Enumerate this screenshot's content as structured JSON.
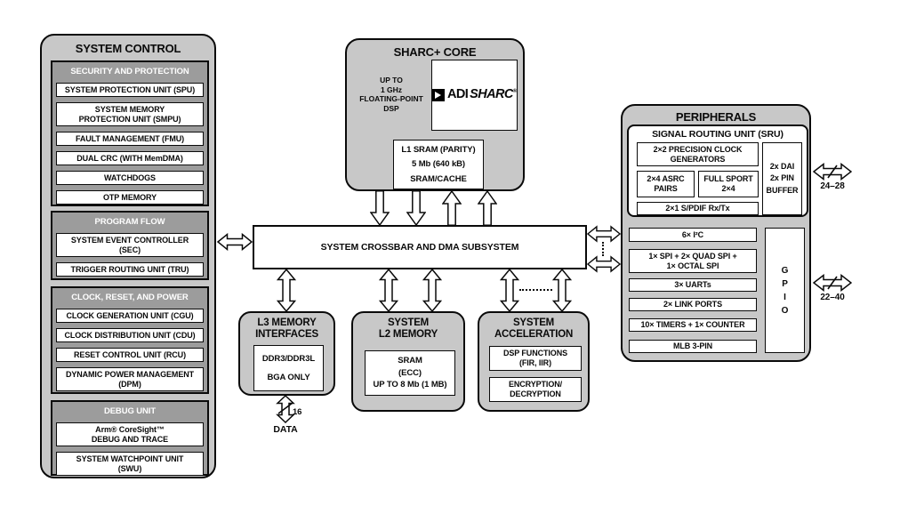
{
  "colors": {
    "container_gray": "#c8c8c8",
    "section_gray": "#9c9c9c",
    "box_white": "#ffffff",
    "line_black": "#0a0a0a"
  },
  "system_control": {
    "title": "SYSTEM CONTROL",
    "sections": [
      {
        "header": "SECURITY AND PROTECTION",
        "items": [
          "SYSTEM PROTECTION UNIT (SPU)",
          "SYSTEM MEMORY\nPROTECTION UNIT (SMPU)",
          "FAULT MANAGEMENT (FMU)",
          "DUAL CRC (WITH MemDMA)",
          "WATCHDOGS",
          "OTP MEMORY"
        ]
      },
      {
        "header": "PROGRAM FLOW",
        "items": [
          "SYSTEM EVENT CONTROLLER\n(SEC)",
          "TRIGGER ROUTING UNIT (TRU)"
        ]
      },
      {
        "header": "CLOCK, RESET, AND POWER",
        "items": [
          "CLOCK GENERATION UNIT (CGU)",
          "CLOCK DISTRIBUTION UNIT (CDU)",
          "RESET CONTROL UNIT (RCU)",
          "DYNAMIC POWER MANAGEMENT\n(DPM)"
        ]
      },
      {
        "header": "DEBUG UNIT",
        "items": [
          "Arm® CoreSight™\nDEBUG AND TRACE",
          "SYSTEM WATCHPOINT UNIT\n(SWU)"
        ]
      }
    ]
  },
  "sharc_core": {
    "title": "SHARC+ CORE",
    "dsp_note": "UP TO\n1 GHz\nFLOATING-POINT\nDSP",
    "logo": {
      "brand": "ADI",
      "product": "SHARC",
      "mark": "®"
    },
    "l1_lines": [
      "L1 SRAM (PARITY)",
      "5 Mb (640 kB)",
      "SRAM/CACHE"
    ]
  },
  "crossbar": {
    "label": "SYSTEM CROSSBAR AND DMA SUBSYSTEM"
  },
  "l3_memory": {
    "title": "L3 MEMORY\nINTERFACES",
    "items": [
      "DDR3/DDR3L",
      "BGA ONLY"
    ],
    "bus_width": "16",
    "bus_label": "DATA"
  },
  "l2_memory": {
    "title": "SYSTEM\nL2 MEMORY",
    "item": "SRAM\n(ECC)\nUP TO 8 Mb (1 MB)"
  },
  "acceleration": {
    "title": "SYSTEM\nACCELERATION",
    "items": [
      "DSP FUNCTIONS\n(FIR, IIR)",
      "ENCRYPTION/\nDECRYPTION"
    ]
  },
  "peripherals": {
    "title": "PERIPHERALS",
    "sru": {
      "header": "SIGNAL ROUTING UNIT (SRU)",
      "clock_gen": "2×2 PRECISION CLOCK\nGENERATORS",
      "asrc": "2×4 ASRC\nPAIRS",
      "sport": "FULL SPORT\n2×4",
      "spdif": "2×1 S/PDIF Rx/Tx",
      "dai": "2x DAI\n2x PIN\nBUFFER"
    },
    "io_items": [
      "6× I²C",
      "1× SPI + 2× QUAD SPI +\n1× OCTAL SPI",
      "3× UARTs",
      "2× LINK PORTS",
      "10× TIMERS + 1× COUNTER",
      "MLB 3-PIN"
    ],
    "gpio": "G\nP\nI\nO",
    "dai_pin_range": "24–28",
    "gpio_pin_range": "22–40"
  }
}
